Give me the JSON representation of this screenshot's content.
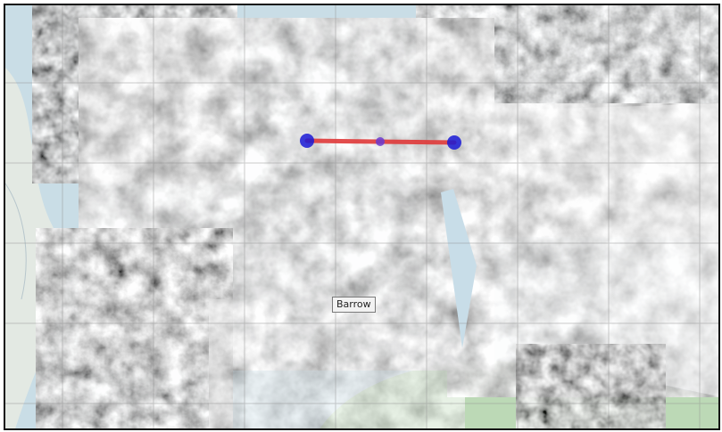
{
  "map": {
    "place_label": "Barrow",
    "colors": {
      "land": "#e3e9e3",
      "water": "#c9dde6",
      "tundra": "#bcd9b6",
      "graticule": "#8f8f8f",
      "measure_line": "#e03a3a",
      "measure_vertex": "#1a1ad6"
    },
    "layers": [
      "graticule-grid",
      "sar-imagery-mosaic",
      "basemap",
      "measure-line"
    ]
  }
}
